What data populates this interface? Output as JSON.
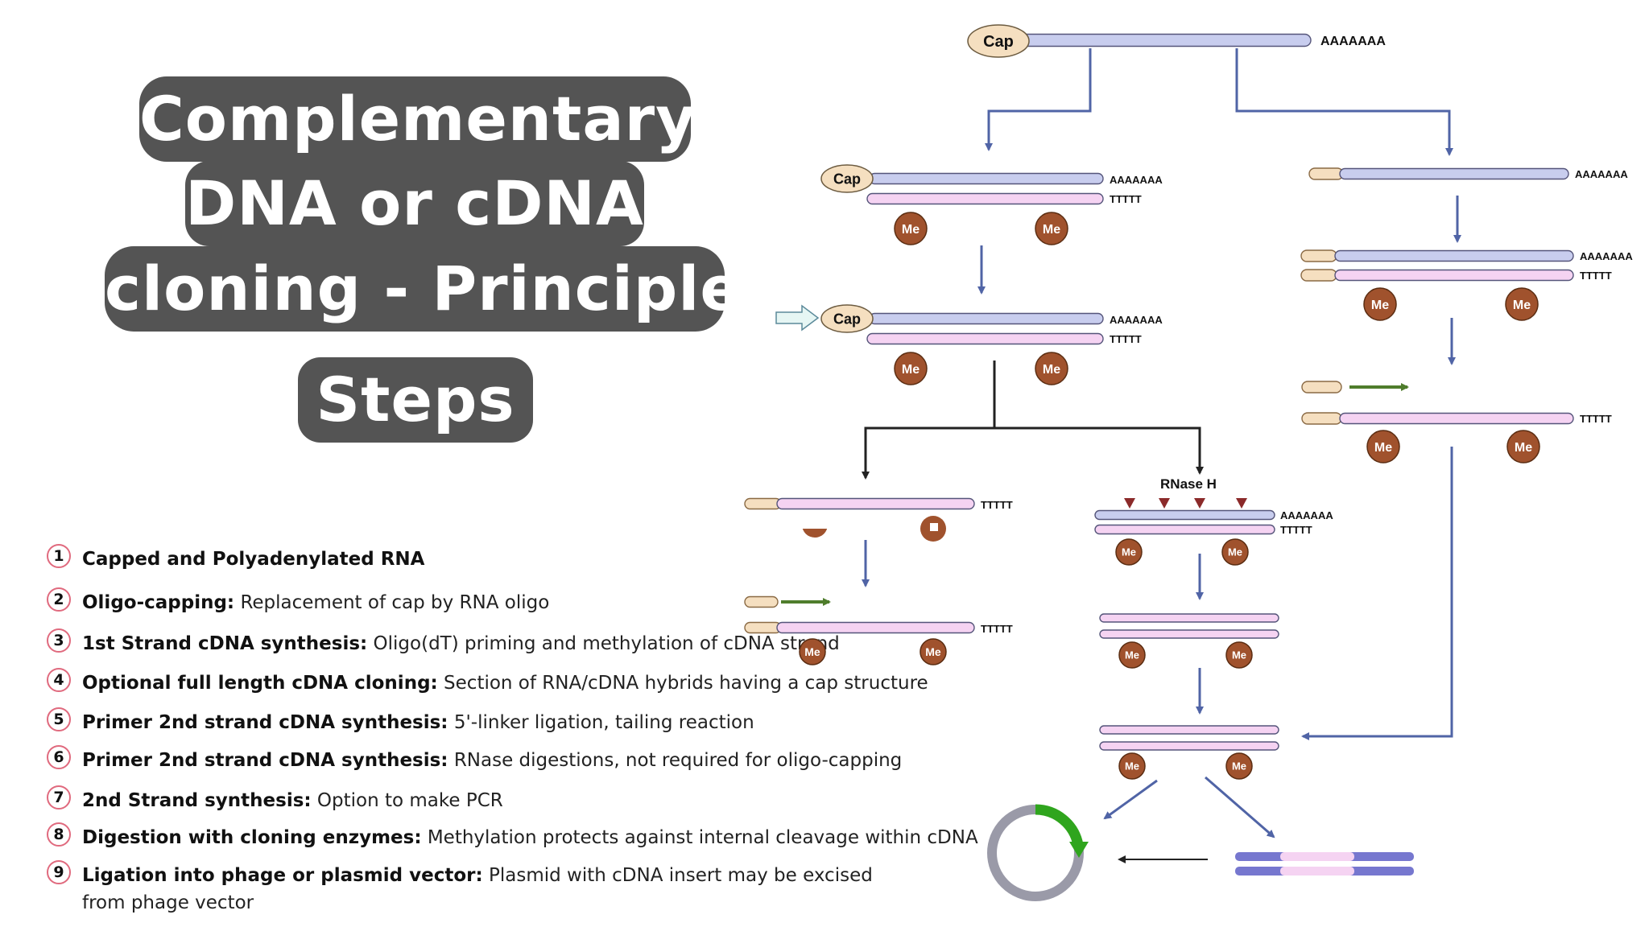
{
  "title": {
    "lines": [
      "Complementary",
      "DNA or cDNA",
      "cloning - Principle,",
      "Steps"
    ]
  },
  "steps": [
    {
      "num": "1",
      "bold": "Capped and Polyadenylated RNA",
      "text": ""
    },
    {
      "num": "2",
      "bold": "Oligo-capping:",
      "text": " Replacement of cap by RNA oligo"
    },
    {
      "num": "3",
      "bold": "1st  Strand cDNA synthesis:",
      "text": " Oligo(dT) priming and methylation of cDNA strand"
    },
    {
      "num": "4",
      "bold": "Optional full length cDNA cloning:",
      "text": "  Section of RNA/cDNA hybrids having a cap structure"
    },
    {
      "num": "5",
      "bold": "Primer 2nd strand cDNA synthesis:",
      "text": "  5'-linker  ligation, tailing reaction"
    },
    {
      "num": "6",
      "bold": "Primer 2nd strand cDNA synthesis:",
      "text": "  RNase digestions, not required for oligo-capping"
    },
    {
      "num": "7",
      "bold": "2nd Strand synthesis:",
      "text": " Option to make PCR"
    },
    {
      "num": "8",
      "bold": "Digestion with cloning enzymes:",
      "text": " Methylation protects against internal cleavage within cDNA"
    },
    {
      "num": "9",
      "bold": "Ligation into phage or plasmid vector:",
      "text": " Plasmid with cDNA insert may be excised from phage vector"
    }
  ],
  "diagram": {
    "cap_label": "Cap",
    "polya_label": "AAAAAAA",
    "polyt_label": "TTTTT",
    "me_label": "Me",
    "rnase_label": "RNase H",
    "colors": {
      "rna": "#c8cdee",
      "cdna": "#f5d3f2",
      "cap": "#f5dfc0",
      "me": "#a0522d",
      "arrow": "#5064a6",
      "black_arrow": "#222222",
      "primer": "#4f7d2c",
      "triangle": "#8b2a2a",
      "dsdna": "#7677cf",
      "plasmid_ring": "#9a9aa8",
      "plasmid_insert": "#2fa51d"
    }
  }
}
